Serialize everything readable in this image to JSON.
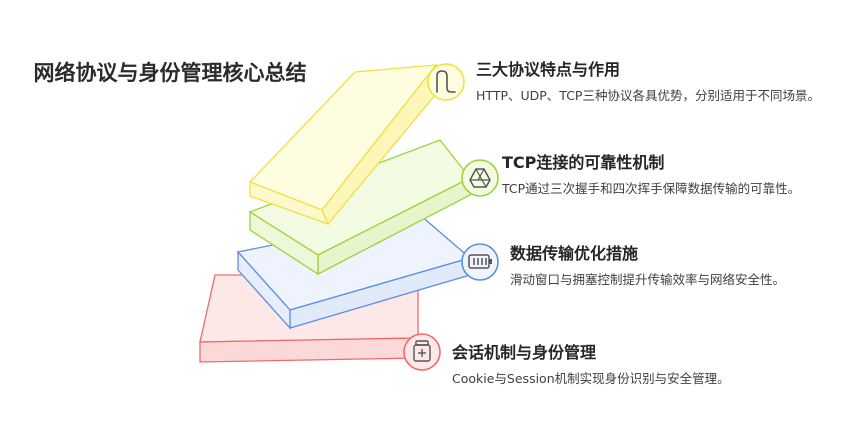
{
  "title": "网络协议与身份管理核心总结",
  "items": [
    {
      "title": "三大协议特点与作用",
      "desc": "HTTP、UDP、TCP三种协议各具优势，分别适用于不同场景。",
      "color": "#f0e043",
      "fill": "#fffde0",
      "icon": "music-note-icon"
    },
    {
      "title": "TCP连接的可靠性机制",
      "desc": "TCP通过三次握手和四次挥手保障数据传输的可靠性。",
      "color": "#9bd43a",
      "fill": "#f3fbe3",
      "icon": "drive-icon"
    },
    {
      "title": "数据传输优化措施",
      "desc": "滑动窗口与拥塞控制提升传输效率与网络安全性。",
      "color": "#5b8fe0",
      "fill": "#eef3fd",
      "icon": "battery-icon"
    },
    {
      "title": "会话机制与身份管理",
      "desc": "Cookie与Session机制实现身份识别与安全管理。",
      "color": "#ee6b6b",
      "fill": "#fde8e8",
      "icon": "medicine-bottle-icon"
    }
  ]
}
